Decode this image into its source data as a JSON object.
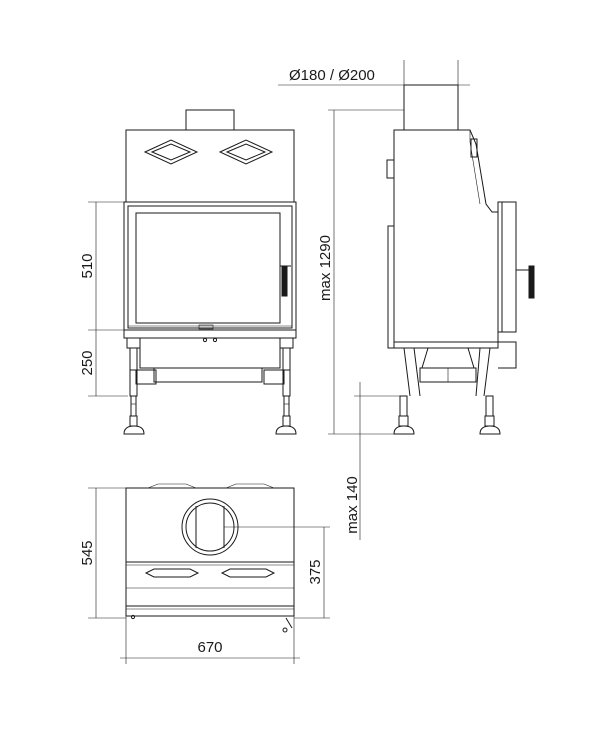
{
  "dimensions": {
    "flue_diameter": "Ø180 / Ø200",
    "door_height": "510",
    "base_height": "250",
    "total_height": "max 1290",
    "base_clearance": "max 140",
    "depth": "545",
    "flue_offset": "375",
    "width": "670"
  }
}
